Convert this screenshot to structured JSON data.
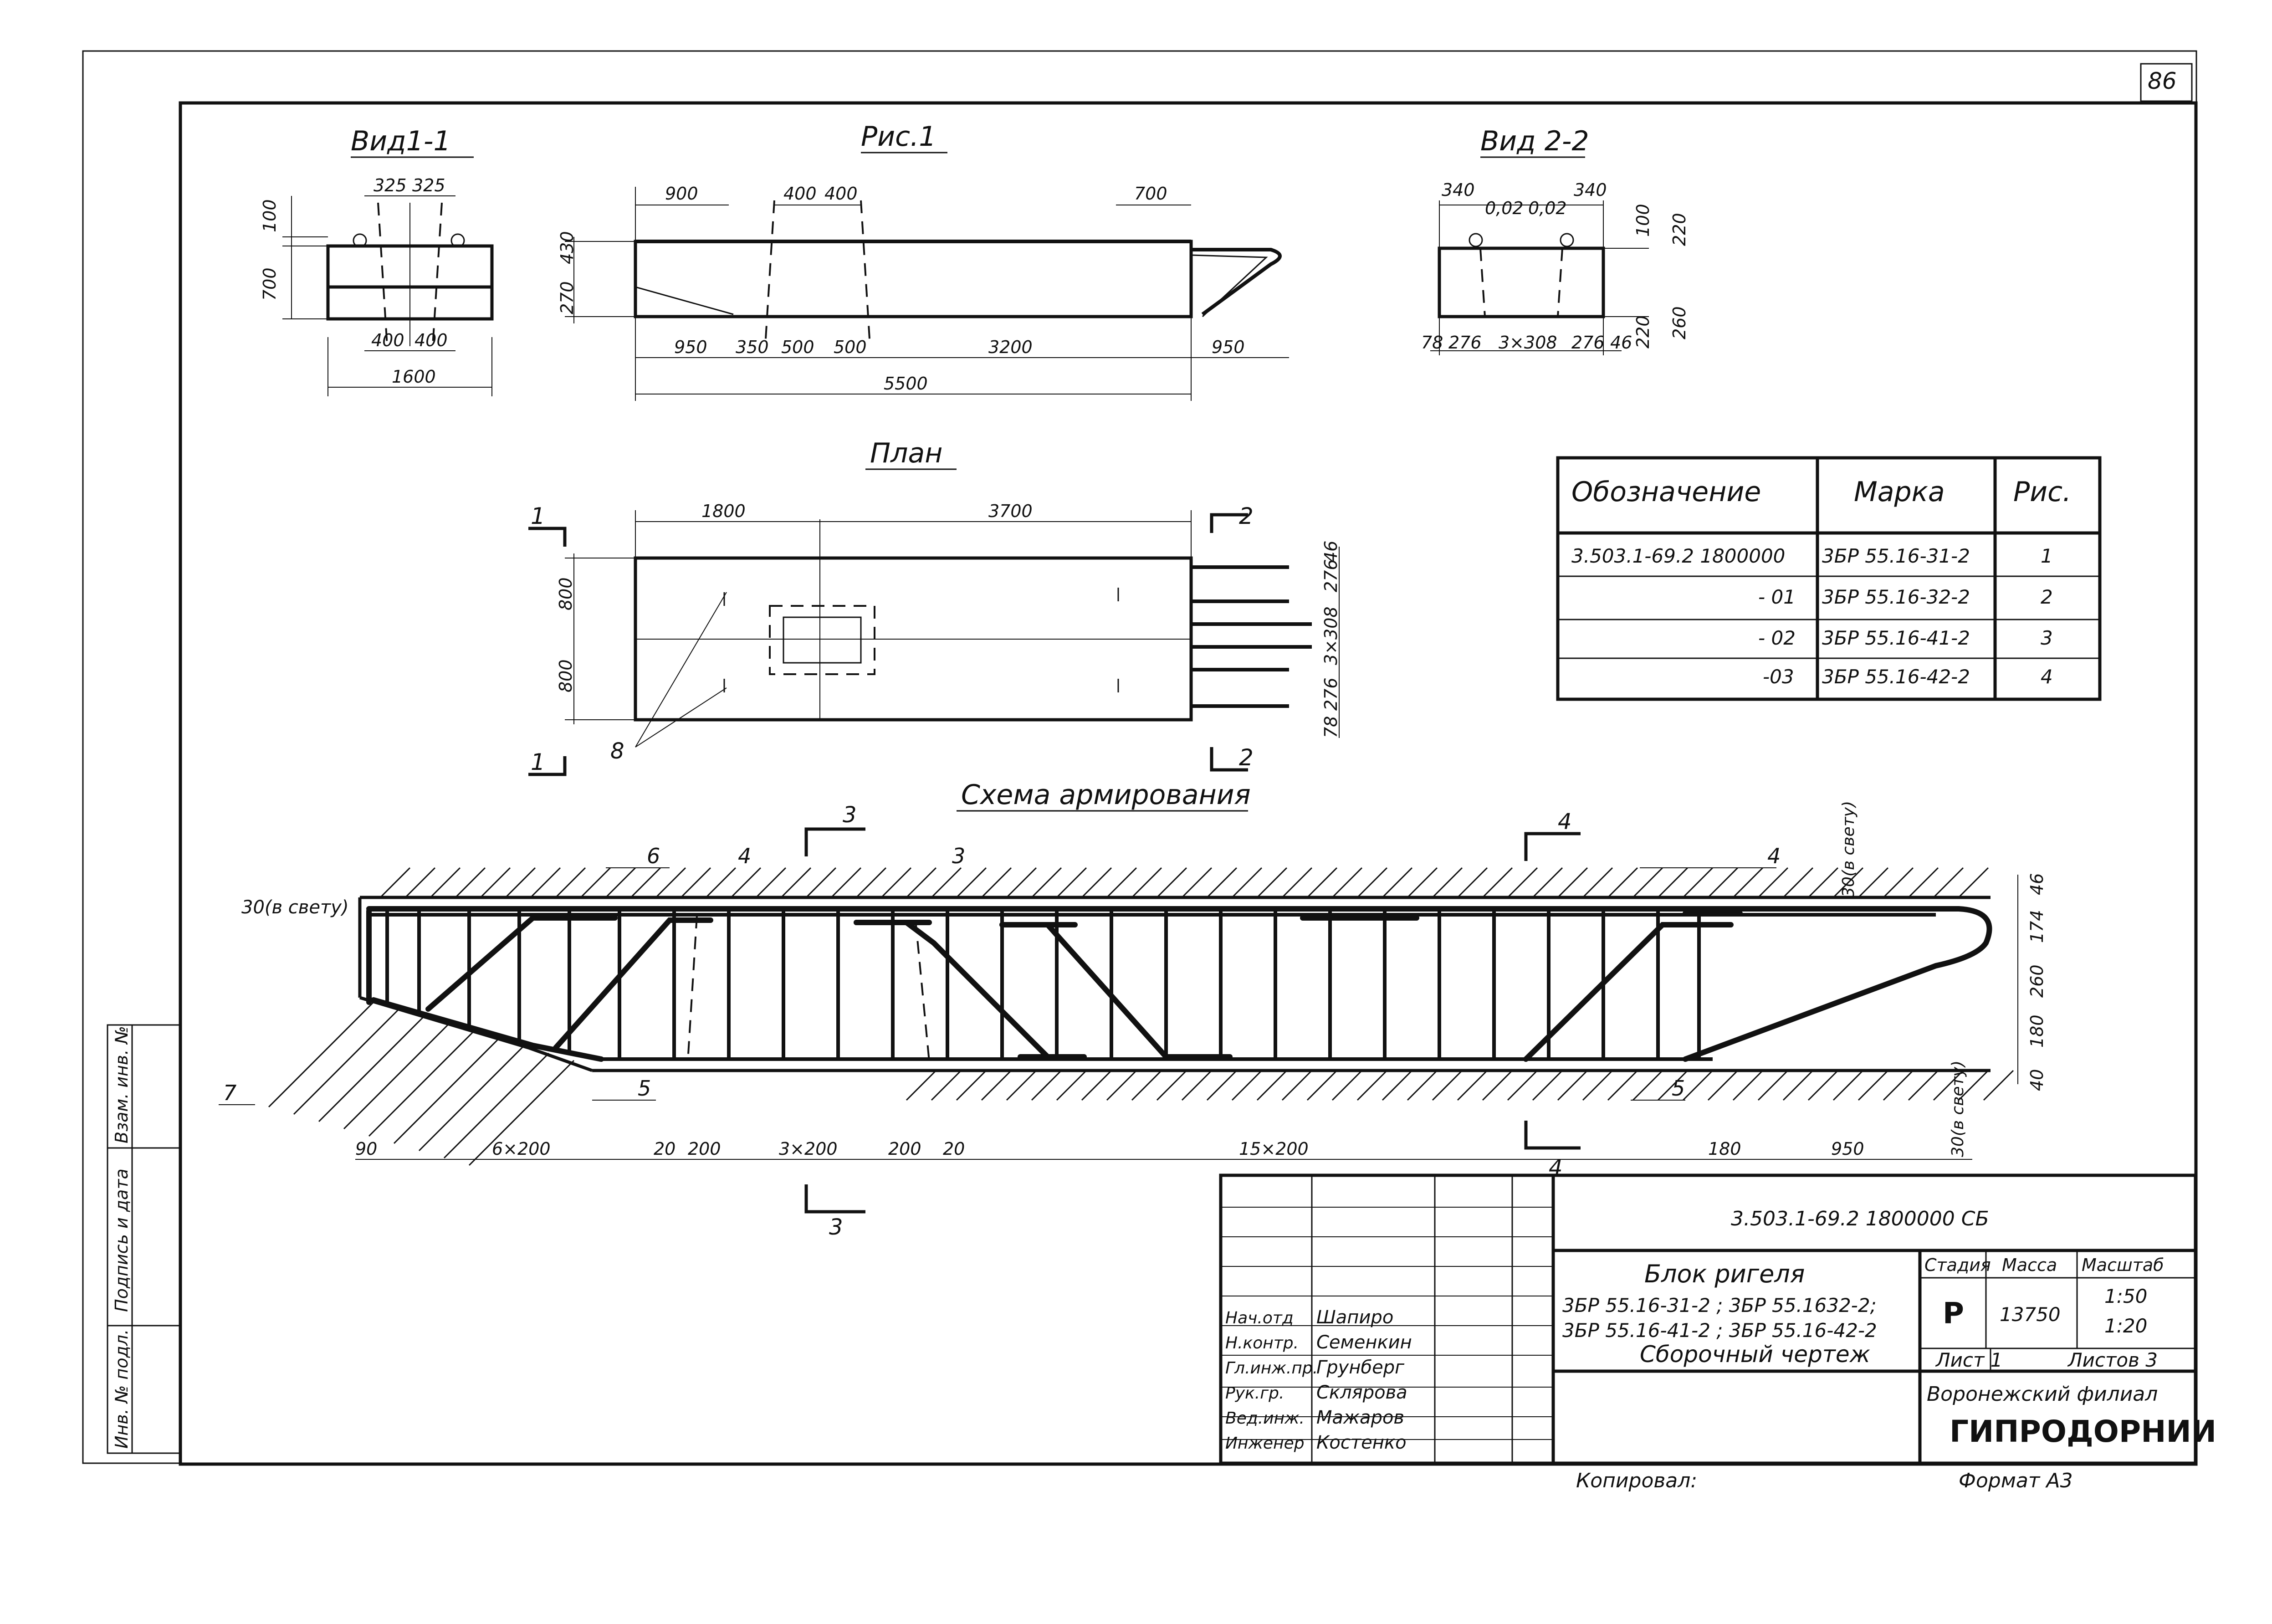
{
  "sheet": {
    "page_number": "86"
  },
  "views": {
    "vid11": {
      "title": "Вид1-1",
      "dims": [
        "325",
        "325",
        "100",
        "700",
        "400",
        "400",
        "1600"
      ]
    },
    "ris1": {
      "title": "Рис.1",
      "top_dims": [
        "900",
        "400",
        "400",
        "700"
      ],
      "left_dims": [
        "430",
        "270"
      ],
      "bottom_dims": [
        "950",
        "350",
        "500",
        "500",
        "3200",
        "950"
      ],
      "total": "5500"
    },
    "vid22": {
      "title": "Вид 2-2",
      "top_dims": [
        "340",
        "0,02",
        "0,02",
        "340"
      ],
      "right_dims": [
        "100",
        "220",
        "220",
        "260"
      ],
      "bottom_dims": [
        "78",
        "276",
        "3×308",
        "276",
        "46"
      ]
    },
    "plan": {
      "title": "План",
      "top_dims": [
        "1800",
        "3700"
      ],
      "left_dims": [
        "800",
        "800"
      ],
      "right_dims": [
        "46",
        "276",
        "3×308",
        "276",
        "78"
      ],
      "section_marks": [
        "1",
        "1",
        "2",
        "2"
      ],
      "callout": "8"
    },
    "scheme": {
      "title": "Схема армирования",
      "section_marks": [
        "3",
        "3",
        "4",
        "4"
      ],
      "callouts": [
        "6",
        "4",
        "3",
        "4",
        "7",
        "5",
        "5"
      ],
      "left_note": "30(в свету)",
      "right_top_note": "30(в свету)",
      "right_bottom_note": "30(в свету)",
      "right_dims": [
        "46",
        "174",
        "260",
        "180",
        "40"
      ],
      "bottom_dims": [
        "90",
        "6×200",
        "20",
        "200",
        "3×200",
        "200",
        "20",
        "15×200",
        "180",
        "950"
      ]
    }
  },
  "spec_table": {
    "headers": [
      "Обозначение",
      "Марка",
      "Рис."
    ],
    "rows": [
      {
        "designation": "3.503.1-69.2 1800000",
        "mark": "3БР 55.16-31-2",
        "fig": "1"
      },
      {
        "designation": "- 01",
        "mark": "3БР 55.16-32-2",
        "fig": "2"
      },
      {
        "designation": "- 02",
        "mark": "3БР 55.16-41-2",
        "fig": "3"
      },
      {
        "designation": "-03",
        "mark": "3БР 55.16-42-2",
        "fig": "4"
      }
    ]
  },
  "title_block": {
    "doc_code": "3.503.1-69.2 1800000 СБ",
    "name_lines": [
      "Блок ригеля",
      "3БР 55.16-31-2 ; 3БР 55.1632-2;",
      "3БР 55.16-41-2 ; 3БР 55.16-42-2",
      "Сборочный чертеж"
    ],
    "stage_label": "Стадия",
    "mass_label": "Масса",
    "scale_label": "Масштаб",
    "stage": "Р",
    "mass": "13750",
    "scale_1": "1:50",
    "scale_2": "1:20",
    "sheet_label": "Лист 1",
    "sheets_label": "Листов 3",
    "org_line1": "Воронежский филиал",
    "org_line2": "ГИПРОДОРНИИ",
    "people": [
      {
        "role": "Нач.отд",
        "name": "Шапиро"
      },
      {
        "role": "Н.контр.",
        "name": "Семенкин"
      },
      {
        "role": "Гл.инж.пр.",
        "name": "Грунберг"
      },
      {
        "role": "Рук.гр.",
        "name": "Склярова"
      },
      {
        "role": "Вед.инж.",
        "name": "Мажаров"
      },
      {
        "role": "Инженер",
        "name": "Костенко"
      }
    ],
    "copied": "Копировал:",
    "format": "Формат А3"
  },
  "side_stamp": {
    "labels": [
      "Взам. инв. №",
      "Подпись и дата",
      "Инв. № подл."
    ]
  }
}
